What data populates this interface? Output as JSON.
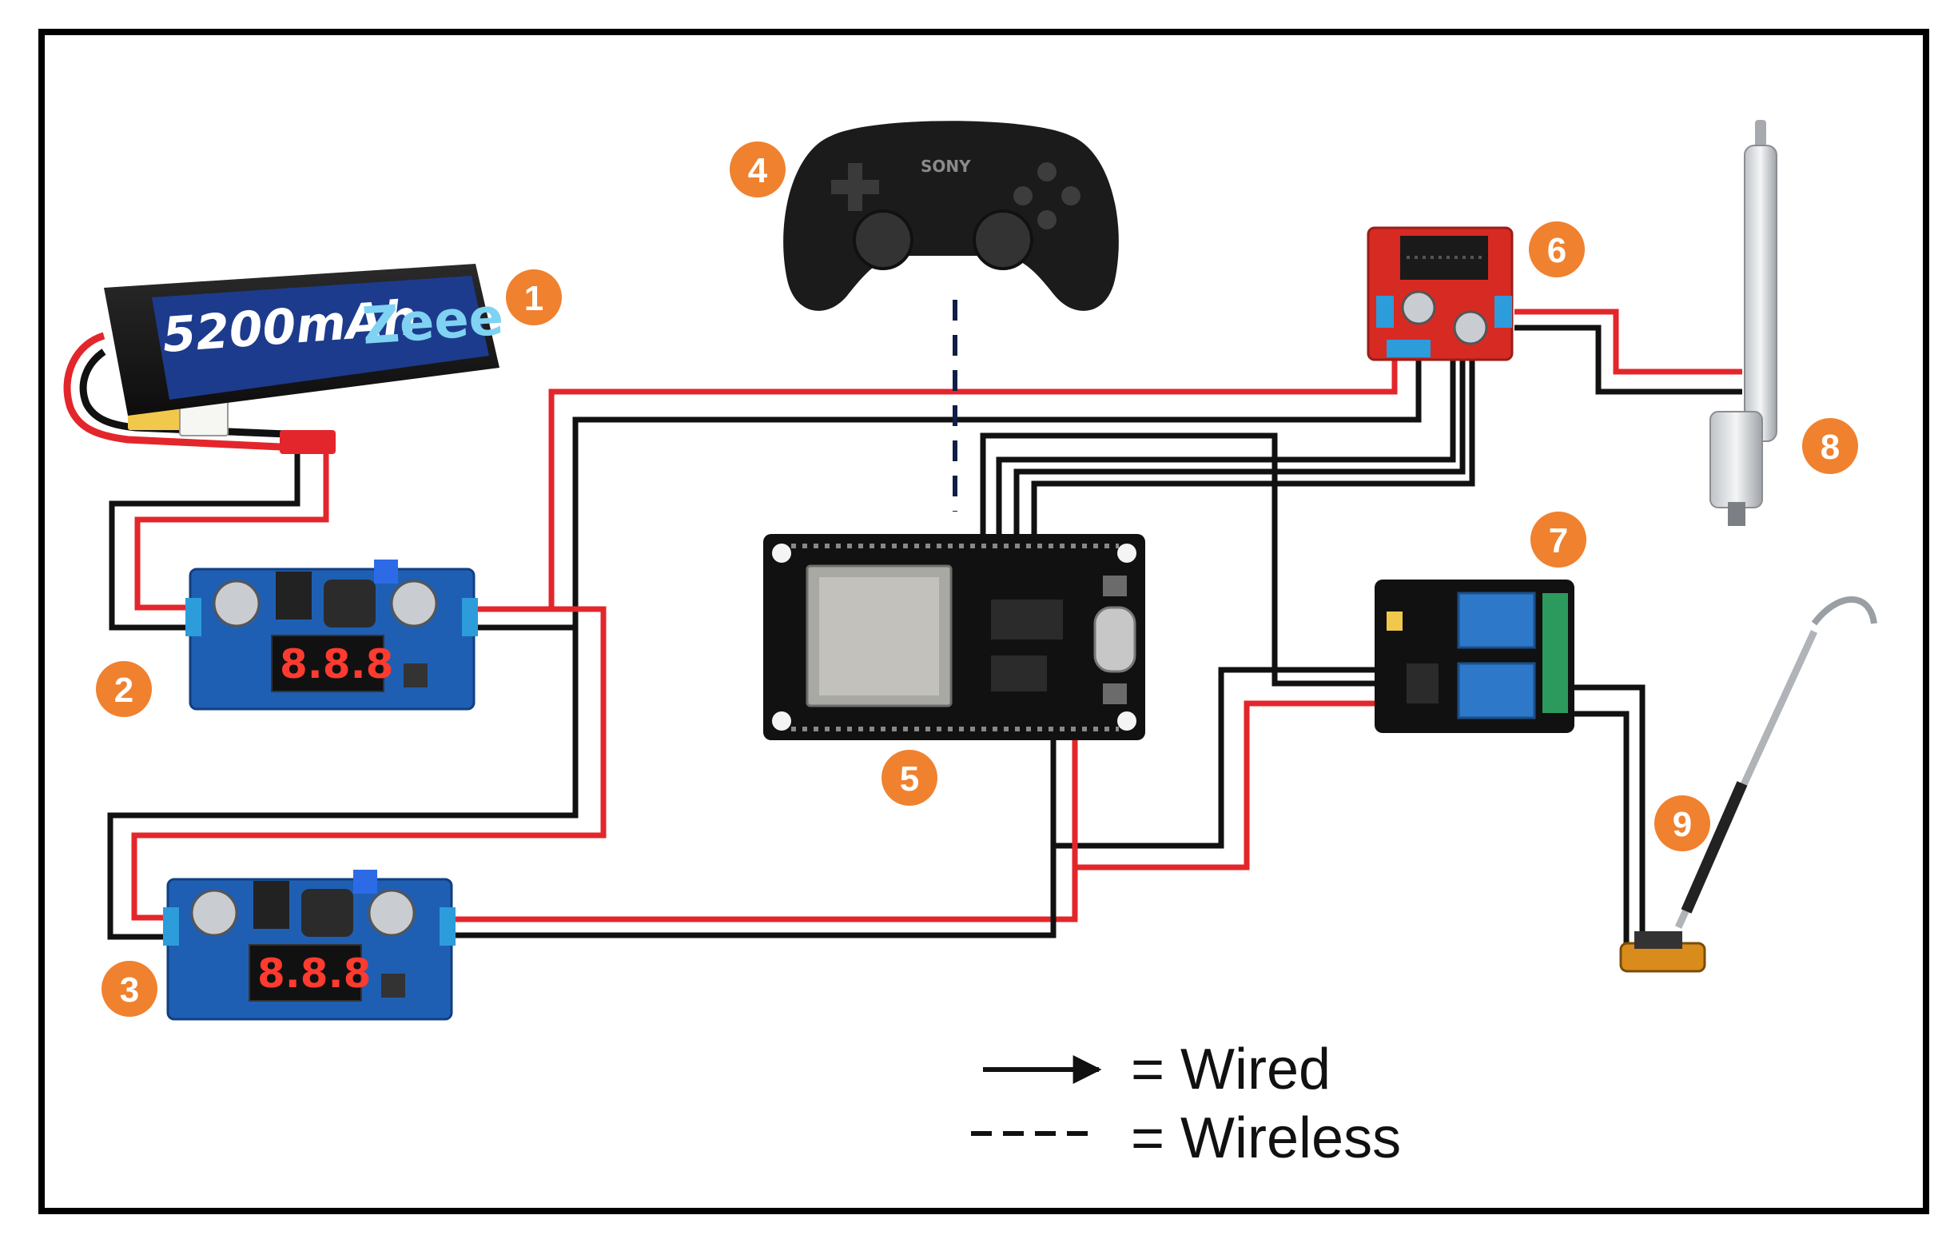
{
  "colors": {
    "wire_red": "#e3262b",
    "wire_black": "#111111",
    "badge": "#f0812f",
    "frame": "#000000",
    "battery_blue": "#1d3b8c",
    "pcb_blue": "#1f5fb3",
    "pcb_red": "#d72a23",
    "pcb_black": "#1a1a1a"
  },
  "battery": {
    "capacity_text": "5200mAh",
    "brand_text": "Zeee"
  },
  "controller": {
    "brand_text": "SONY"
  },
  "components": [
    {
      "number": "1",
      "name": "battery",
      "icon": "lipo-battery-icon"
    },
    {
      "number": "2",
      "name": "buck-converter-1",
      "icon": "buck-converter-icon"
    },
    {
      "number": "3",
      "name": "buck-converter-2",
      "icon": "buck-converter-icon"
    },
    {
      "number": "4",
      "name": "gamepad",
      "icon": "gamepad-icon"
    },
    {
      "number": "5",
      "name": "esp32-board",
      "icon": "microcontroller-icon"
    },
    {
      "number": "6",
      "name": "motor-driver",
      "icon": "motor-driver-icon"
    },
    {
      "number": "7",
      "name": "relay-module",
      "icon": "relay-icon"
    },
    {
      "number": "8",
      "name": "linear-actuator",
      "icon": "linear-actuator-icon"
    },
    {
      "number": "9",
      "name": "hook-tool",
      "icon": "hook-icon"
    }
  ],
  "converter_display": "8.8.8",
  "legend": {
    "wired": "= Wired",
    "wireless": "= Wireless"
  }
}
